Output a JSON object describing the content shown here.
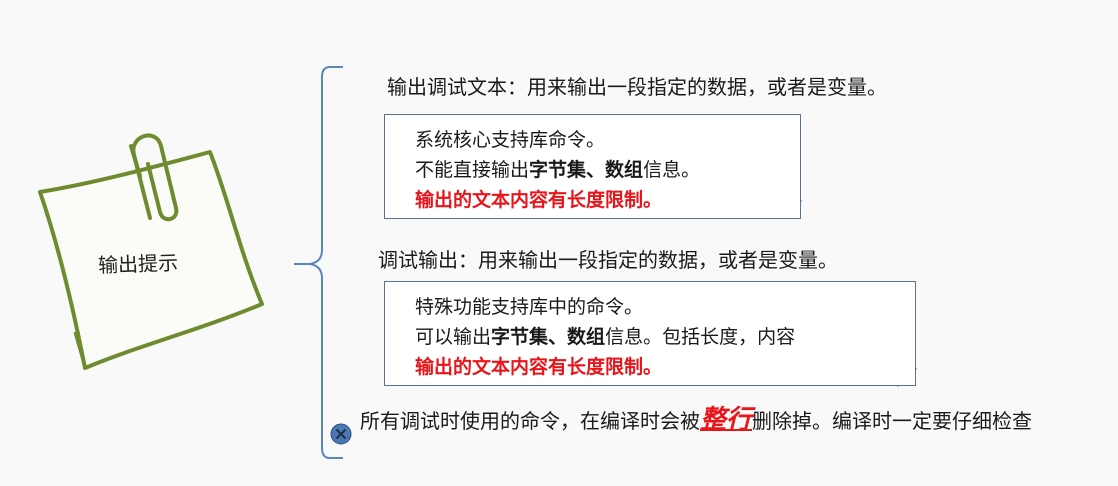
{
  "note": {
    "label": "输出提示"
  },
  "branch1": {
    "heading": "输出调试文本：用来输出一段指定的数据，或者是变量。",
    "line1": "系统核心支持库命令。",
    "line2_prefix": "不能直接输出",
    "line2_bold1": "字节集",
    "line2_sep": "、",
    "line2_bold2": "数组",
    "line2_suffix": "信息。",
    "warning": "输出的文本内容有长度限制。"
  },
  "branch2": {
    "heading": "调试输出：用来输出一段指定的数据，或者是变量。",
    "line1": "特殊功能支持库中的命令。",
    "line2_prefix": "可以输出",
    "line2_bold1": "字节集",
    "line2_sep": "、",
    "line2_bold2": "数组",
    "line2_suffix": "信息。包括长度，内容",
    "warning": "输出的文本内容有长度限制。"
  },
  "bottom": {
    "text_before": "所有调试时使用的命令，在编译时会被",
    "emphasis": "整行",
    "text_after": "删除掉。编译时一定要仔细检查"
  },
  "colors": {
    "note_outline": "#6e8c2f",
    "brace": "#5b86b7",
    "box_border": "#5b7190",
    "warning": "#e8151b",
    "icon_fill": "#4b78b5"
  },
  "icons": {
    "note": "sticky-note-paperclip-icon",
    "bullet": "x-circle-icon"
  }
}
